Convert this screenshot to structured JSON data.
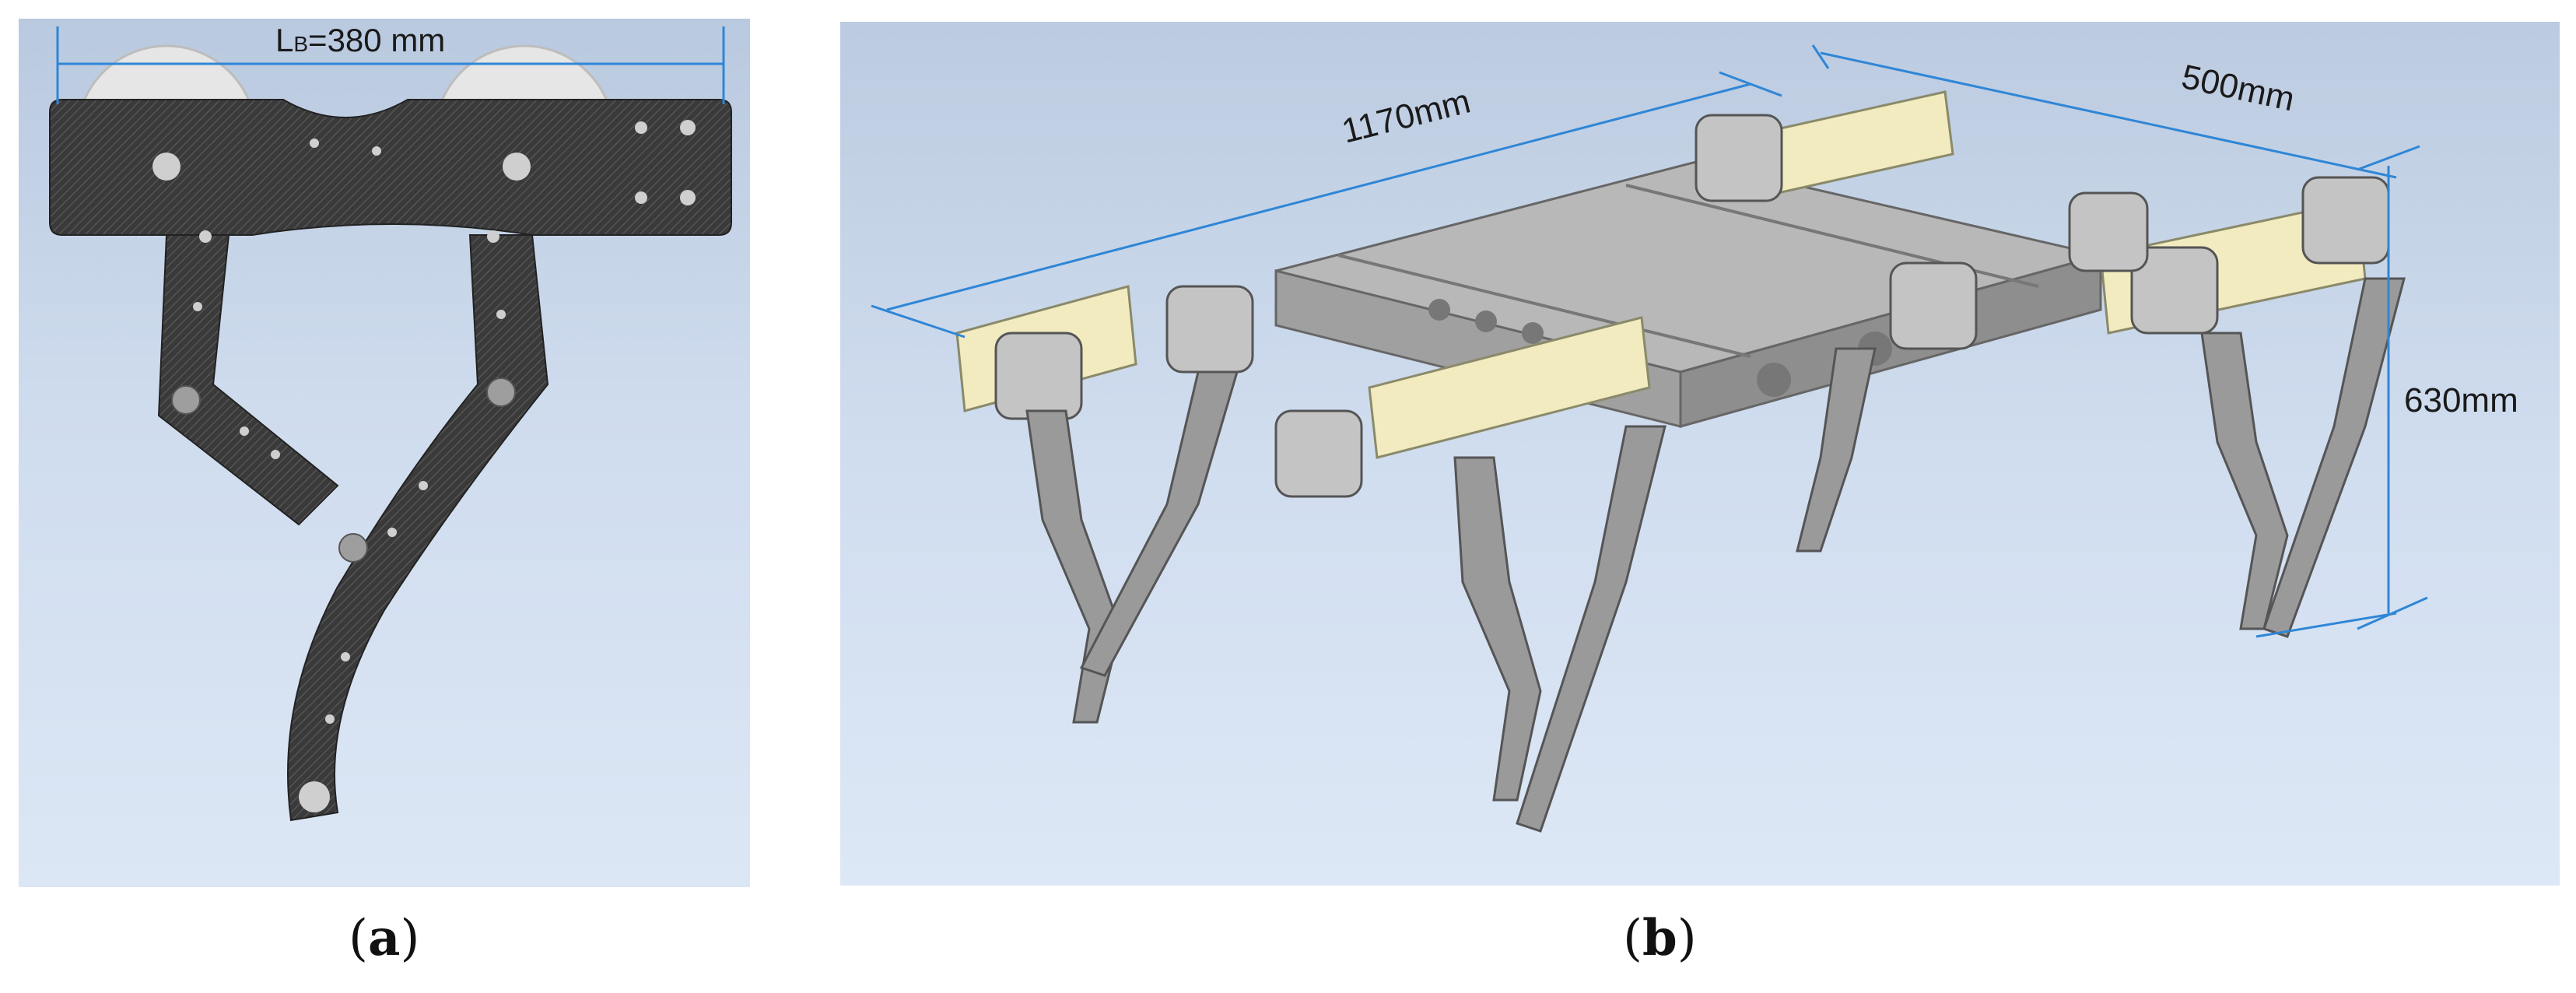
{
  "panel_a": {
    "dim_prefix": "L",
    "dim_subscript": "B",
    "dim_value": "=380 mm",
    "caption_open": "(",
    "caption_letter": "a",
    "caption_close": ")"
  },
  "panel_b": {
    "length_label": "1170mm",
    "width_label": "500mm",
    "height_label": "630mm",
    "caption_open": "(",
    "caption_letter": "b",
    "caption_close": ")"
  },
  "colors": {
    "dimension_line": "#2f86d6",
    "carbon_plate": "#3a3a3a",
    "aluminium_leg": "#9a9a9a",
    "bracket": "#f2ebc0"
  }
}
